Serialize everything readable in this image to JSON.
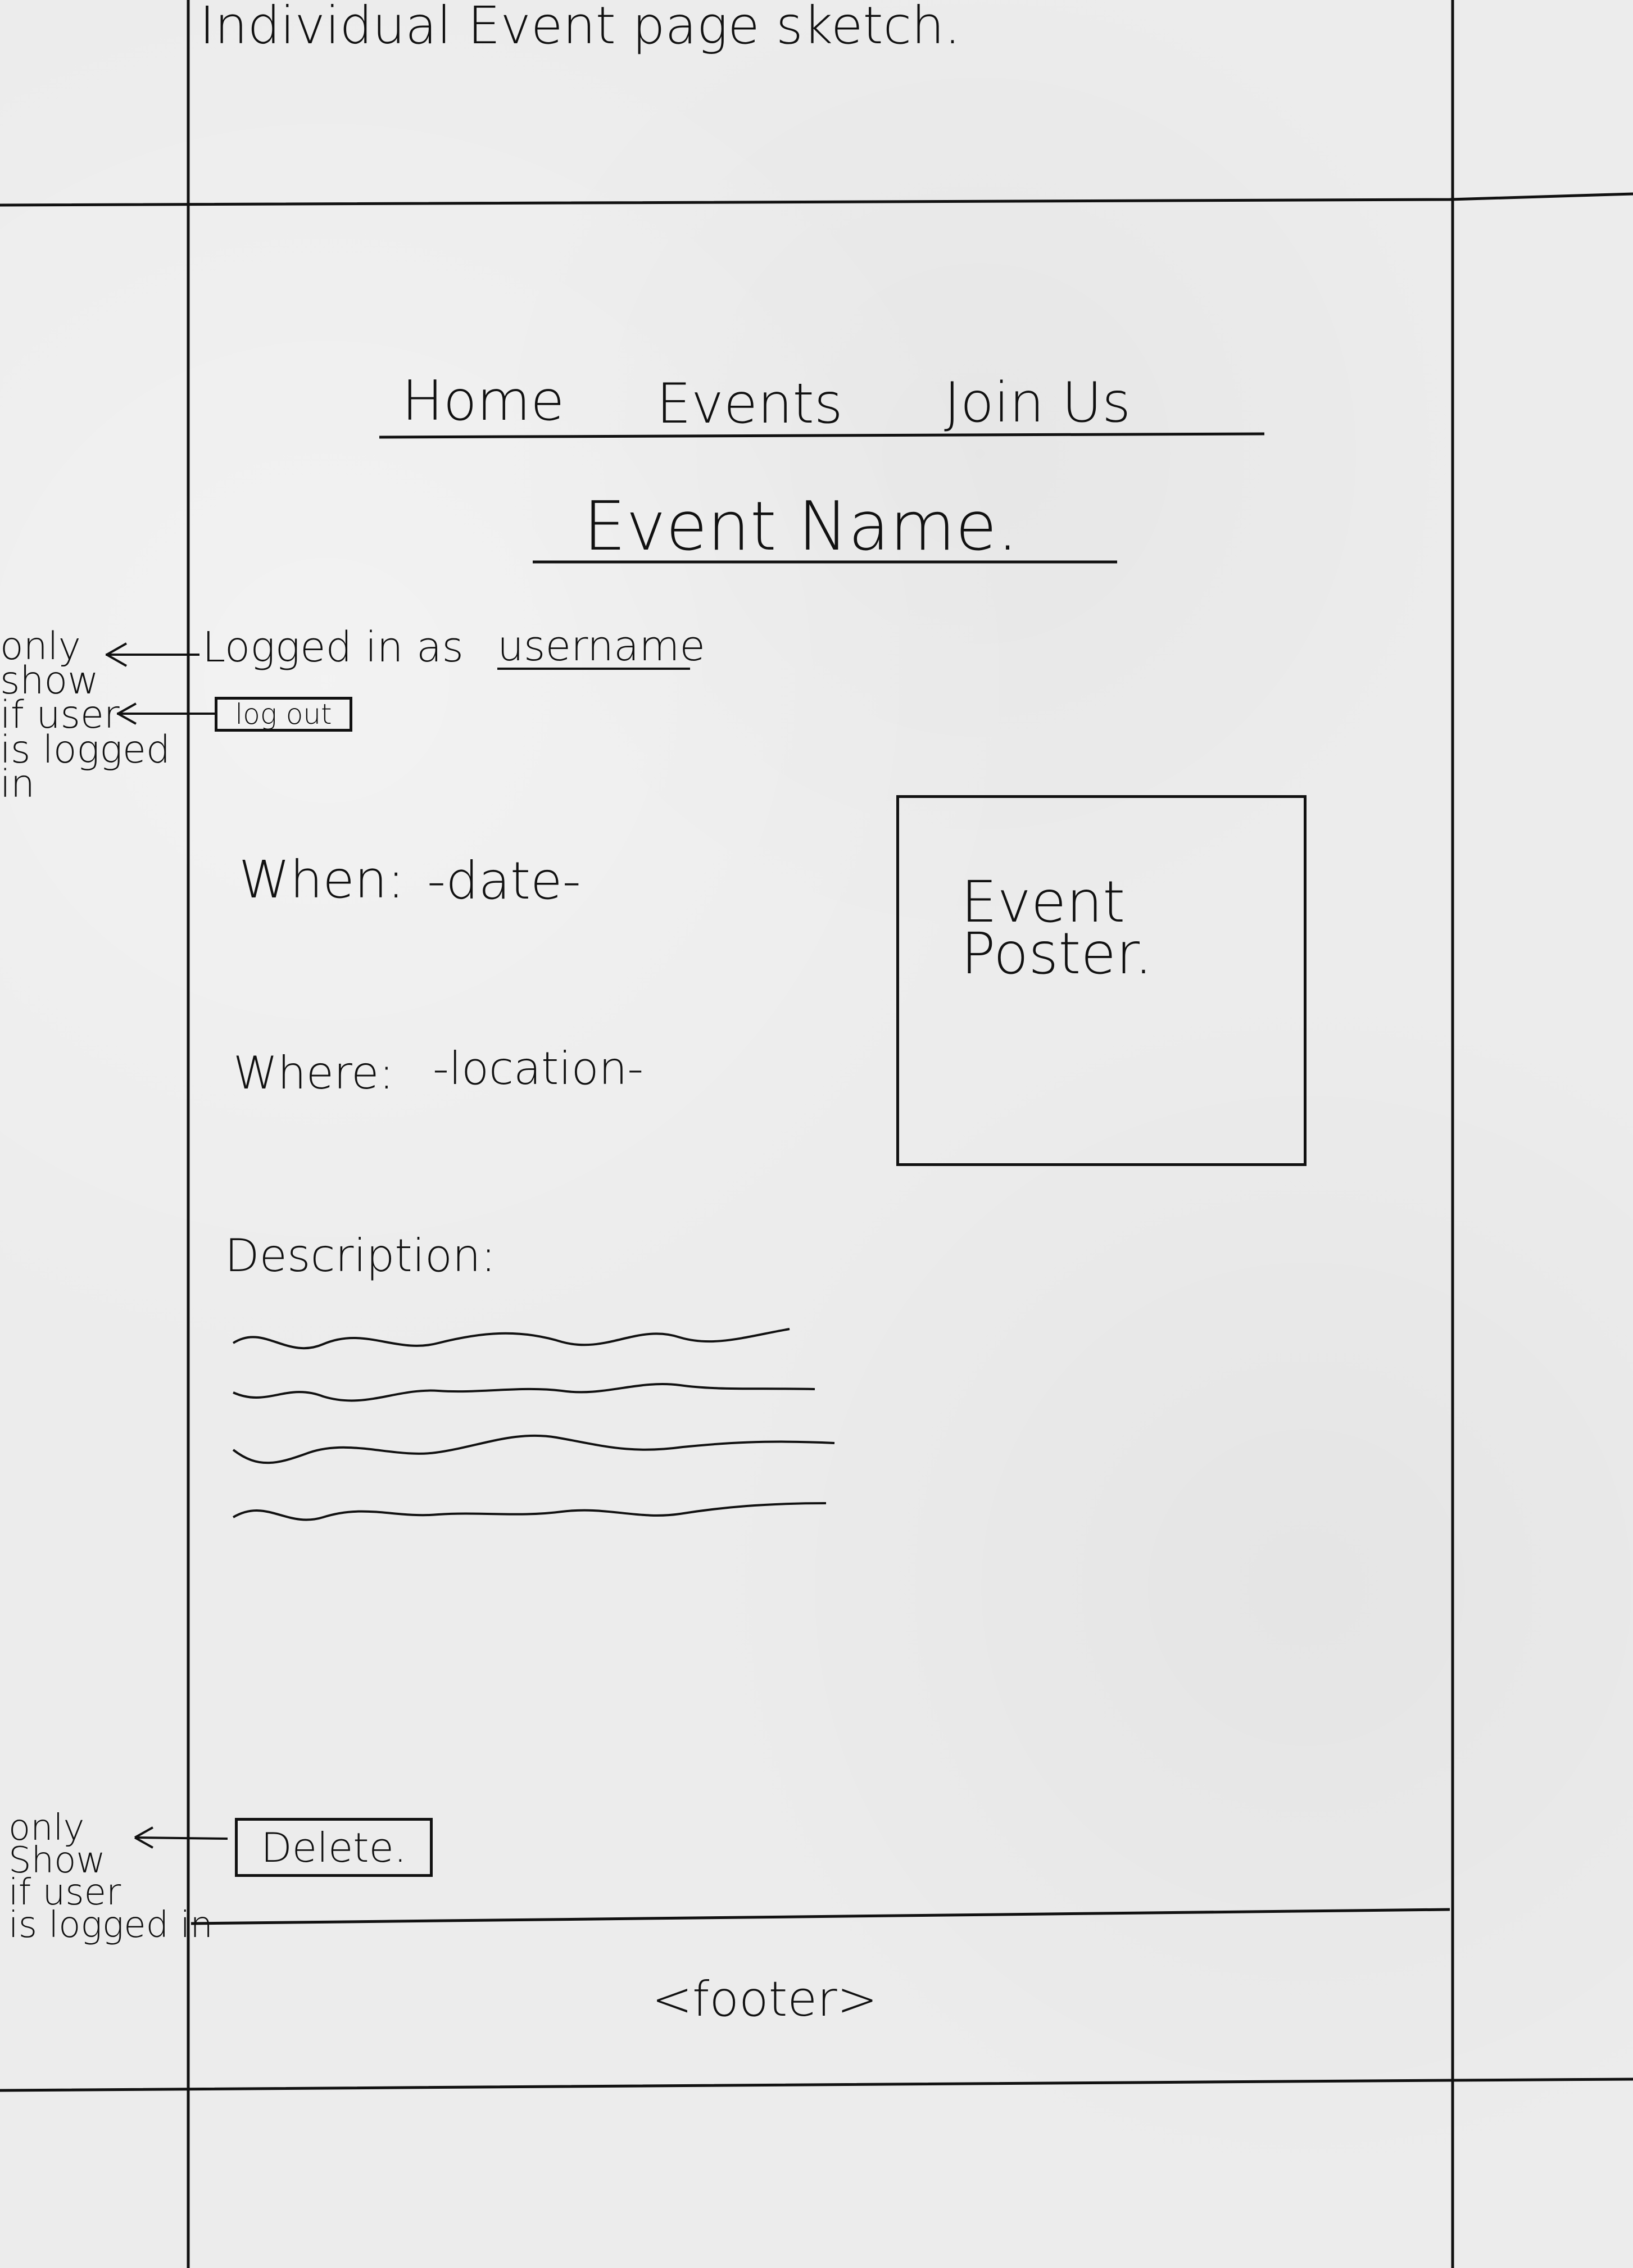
{
  "page_title": "Individual Event page sketch.",
  "nav": {
    "home": "Home",
    "events": "Events",
    "join_us": "Join Us"
  },
  "event": {
    "name": "Event Name.",
    "logged_in_prefix": "Logged in as",
    "username": "username",
    "logout": "log out",
    "when_label": "When:",
    "when_value": "-date-",
    "where_label": "Where:",
    "where_value": "-location-",
    "poster": "Event\nPoster.",
    "description_label": "Description:",
    "delete": "Delete."
  },
  "annotations": {
    "login_note": "only\nshow\nif user\nis logged\nin",
    "delete_note": "only\nShow\nif user\nis logged in"
  },
  "footer": "<footer>"
}
